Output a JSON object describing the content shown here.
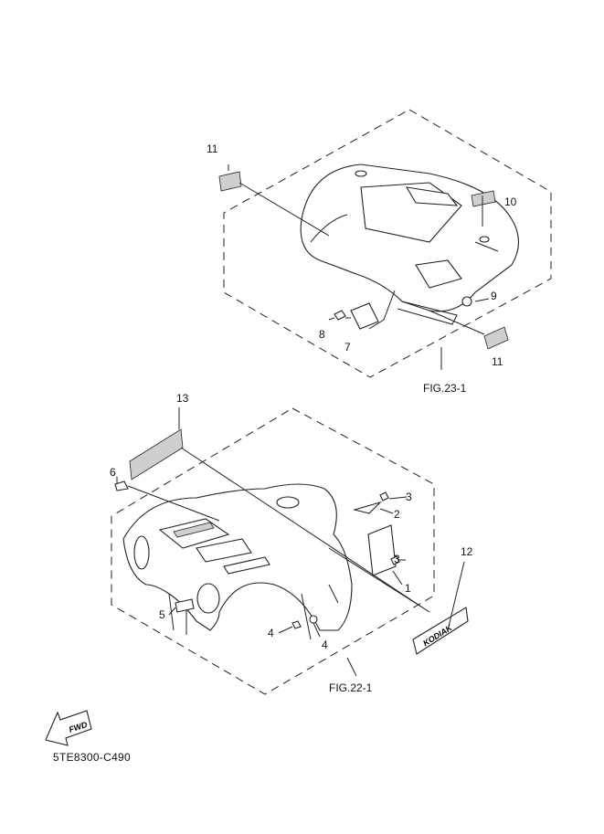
{
  "diagram": {
    "code": "5TE8300-C490",
    "fwd_label": "FWD",
    "decal_text": "KODIAK",
    "upper_assembly": {
      "figure_ref": "FIG.23-1",
      "callouts": [
        "11",
        "10",
        "9",
        "8",
        "7",
        "11"
      ]
    },
    "lower_assembly": {
      "figure_ref": "FIG.22-1",
      "callouts": [
        "13",
        "6",
        "3",
        "2",
        "3",
        "1",
        "12",
        "5",
        "4",
        "4"
      ]
    }
  }
}
